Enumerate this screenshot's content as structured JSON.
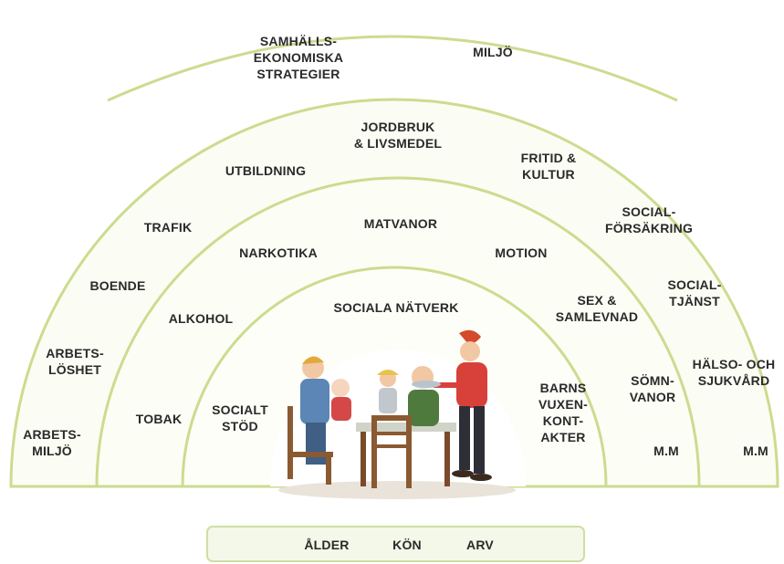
{
  "rings": {
    "outer": [
      "SAMHÄLLS-\nEKONOMISKA\nSTRATEGIER",
      "MILJÖ"
    ],
    "ring3": [
      "ARBETS-\nMILJÖ",
      "ARBETS-\nLÖSHET",
      "BOENDE",
      "TRAFIK",
      "UTBILDNING",
      "JORDBRUK\n& LIVSMEDEL",
      "FRITID &\nKULTUR",
      "SOCIAL-\nFÖRSÄKRING",
      "SOCIAL-\nTJÄNST",
      "HÄLSO- OCH\nSJUKVÅRD",
      "M.M"
    ],
    "ring2": [
      "TOBAK",
      "ALKOHOL",
      "NARKOTIKA",
      "MATVANOR",
      "MOTION",
      "SEX &\nSAMLEVNAD",
      "SÖMN-\nVANOR",
      "M.M"
    ],
    "ring1": [
      "SOCIALT\nSTÖD",
      "SOCIALA NÄTVERK",
      "BARNS\nVUXEN-\nKONT-\nAKTER"
    ]
  },
  "base": [
    "ÅLDER",
    "KÖN",
    "ARV"
  ],
  "colors": {
    "ring_line": "#cbdc8f",
    "fill_outer": "#fbfcf3",
    "fill_inner": "#ffffff",
    "base_border": "#cddfa4"
  }
}
